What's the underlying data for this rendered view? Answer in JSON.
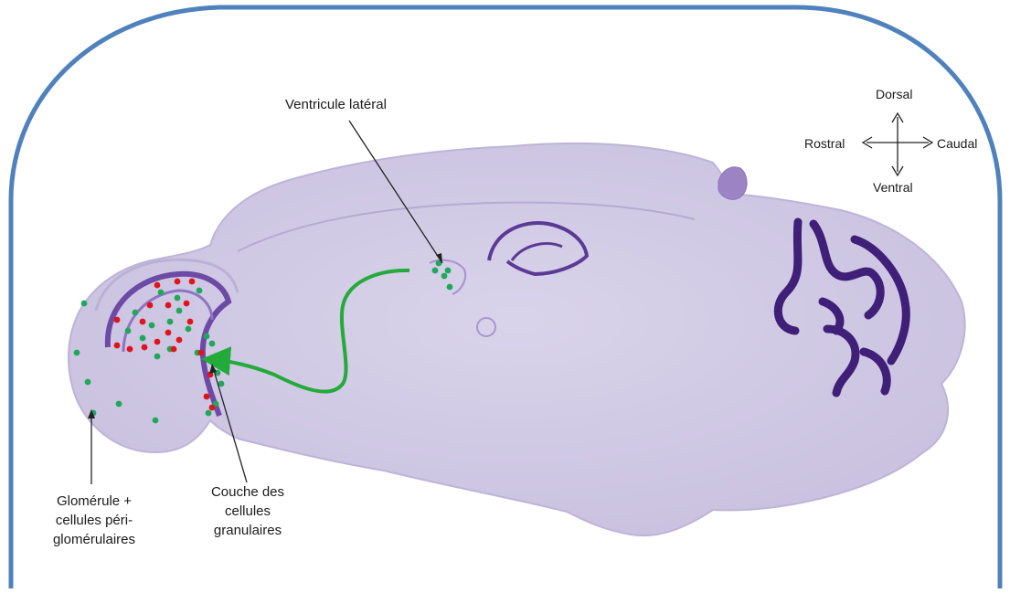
{
  "labels": {
    "ventricle": "Ventricule latéral",
    "glomerule": [
      "Glomérule +",
      "cellules péri-",
      "glomérulaires"
    ],
    "granular": [
      "Couche des",
      "cellules",
      "granulaires"
    ]
  },
  "orientation": {
    "dorsal": "Dorsal",
    "ventral": "Ventral",
    "rostral": "Rostral",
    "caudal": "Caudal"
  },
  "colors": {
    "frame": "#4f81bd",
    "tissue": "#cdc6e2",
    "tissue_dark": "#4b2a82",
    "migration_arrow": "#22aa3a",
    "dot_green": "#20a85a",
    "dot_red": "#e0141c"
  }
}
